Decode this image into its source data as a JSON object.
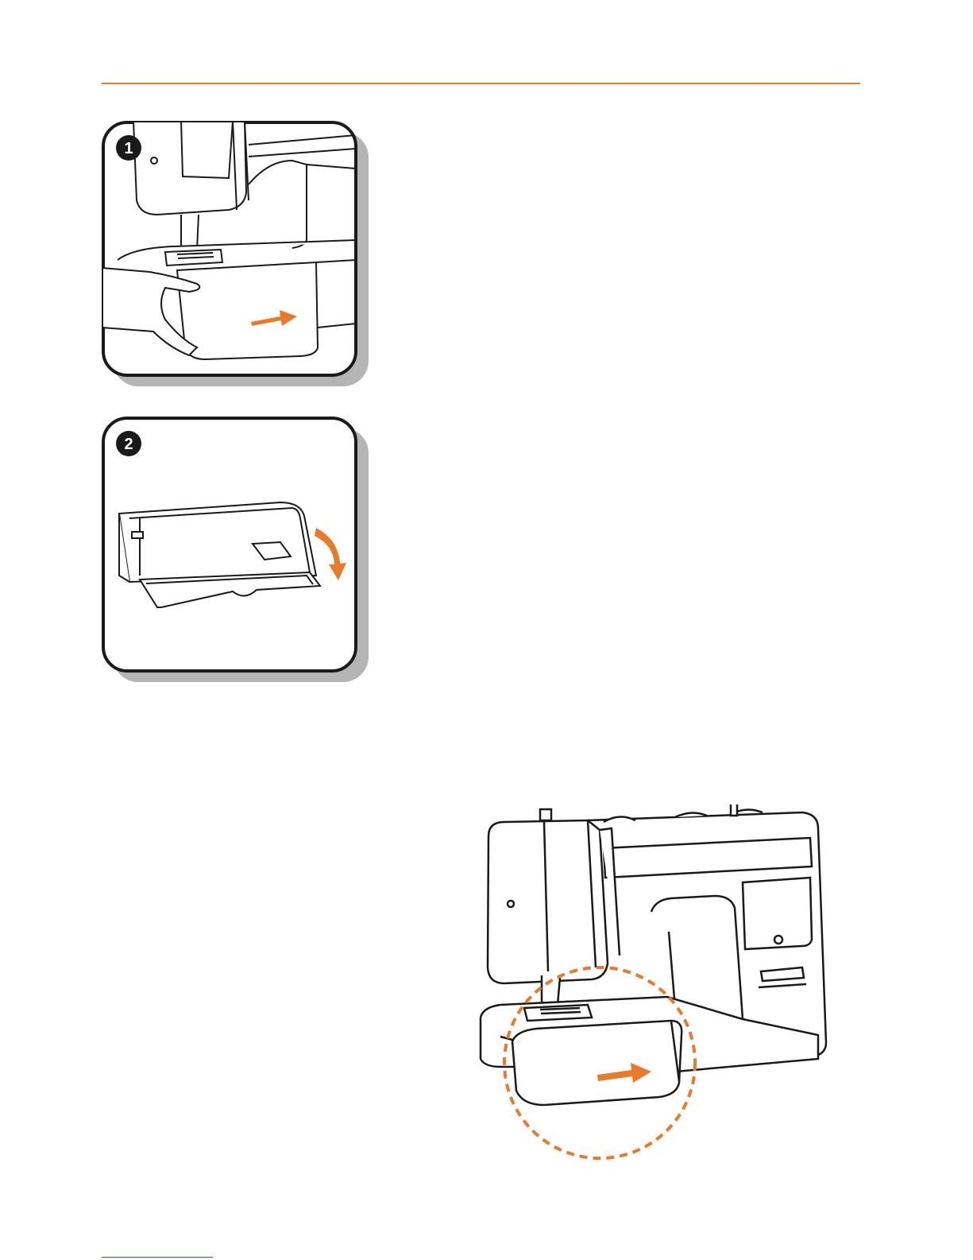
{
  "accent_color": "#E87A2A",
  "steps": [
    {
      "number": "1",
      "icon": "sliding-accessory-box-icon",
      "arrow": "arrow-right-icon"
    },
    {
      "number": "2",
      "icon": "accessory-box-lid-open-icon",
      "arrow": "curved-arrow-down-icon"
    }
  ],
  "overview": {
    "icon": "sewing-machine-icon",
    "highlight": "dashed-circle-highlight"
  }
}
